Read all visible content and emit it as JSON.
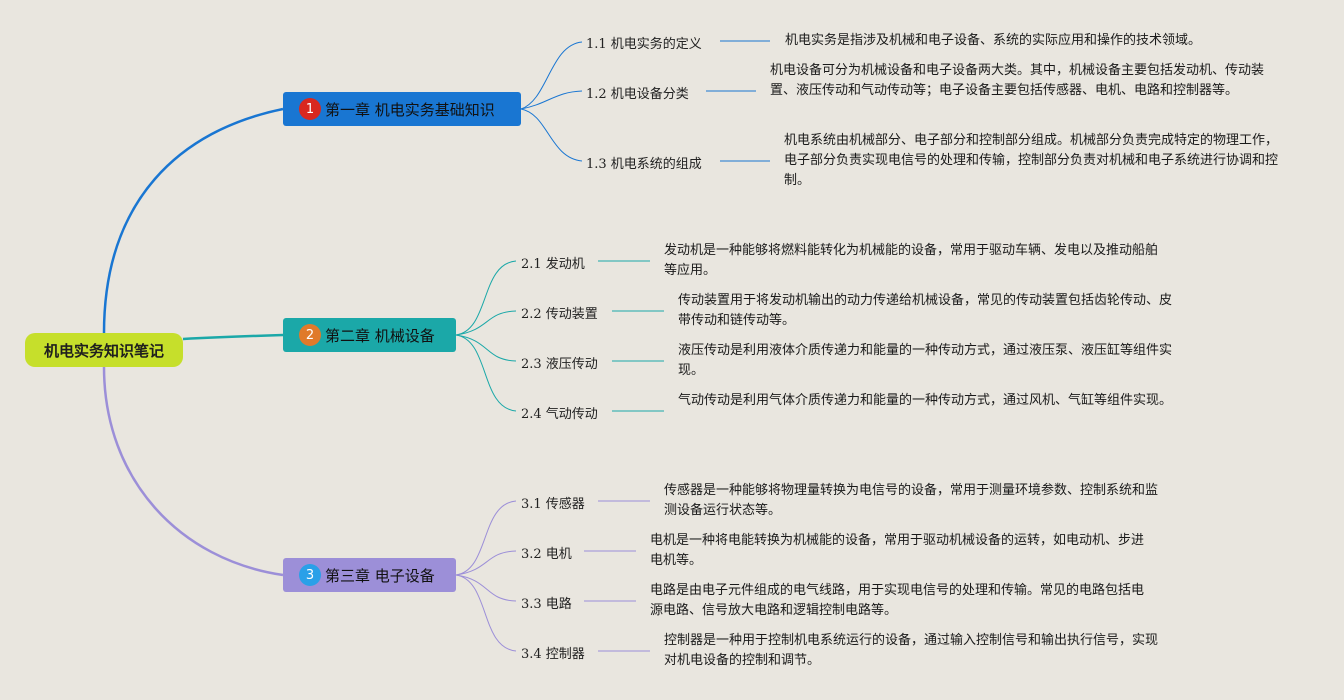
{
  "root": {
    "label": "机电实务知识笔记"
  },
  "chapters": [
    {
      "badge": "1",
      "title": "第一章 机电实务基础知识",
      "color": "#1976d2",
      "topics": [
        {
          "label": "1.1 机电实务的定义",
          "desc": "机电实务是指涉及机械和电子设备、系统的实际应用和操作的技术领域。"
        },
        {
          "label": "1.2 机电设备分类",
          "desc": "机电设备可分为机械设备和电子设备两大类。其中，机械设备主要包括发动机、传动装置、液压传动和气动传动等；电子设备主要包括传感器、电机、电路和控制器等。"
        },
        {
          "label": "1.3 机电系统的组成",
          "desc": "机电系统由机械部分、电子部分和控制部分组成。机械部分负责完成特定的物理工作，电子部分负责实现电信号的处理和传输，控制部分负责对机械和电子系统进行协调和控制。"
        }
      ]
    },
    {
      "badge": "2",
      "title": "第二章 机械设备",
      "color": "#1ba8a8",
      "topics": [
        {
          "label": "2.1 发动机",
          "desc": "发动机是一种能够将燃料能转化为机械能的设备，常用于驱动车辆、发电以及推动船舶等应用。"
        },
        {
          "label": "2.2 传动装置",
          "desc": "传动装置用于将发动机输出的动力传递给机械设备，常见的传动装置包括齿轮传动、皮带传动和链传动等。"
        },
        {
          "label": "2.3 液压传动",
          "desc": "液压传动是利用液体介质传递力和能量的一种传动方式，通过液压泵、液压缸等组件实现。"
        },
        {
          "label": "2.4 气动传动",
          "desc": "气动传动是利用气体介质传递力和能量的一种传动方式，通过风机、气缸等组件实现。"
        }
      ]
    },
    {
      "badge": "3",
      "title": "第三章 电子设备",
      "color": "#9c8fd8",
      "topics": [
        {
          "label": "3.1 传感器",
          "desc": "传感器是一种能够将物理量转换为电信号的设备，常用于测量环境参数、控制系统和监测设备运行状态等。"
        },
        {
          "label": "3.2 电机",
          "desc": "电机是一种将电能转换为机械能的设备，常用于驱动机械设备的运转，如电动机、步进电机等。"
        },
        {
          "label": "3.3 电路",
          "desc": "电路是由电子元件组成的电气线路，用于实现电信号的处理和传输。常见的电路包括电源电路、信号放大电路和逻辑控制电路等。"
        },
        {
          "label": "3.4 控制器",
          "desc": "控制器是一种用于控制机电系统运行的设备，通过输入控制信号和输出执行信号，实现对机电设备的控制和调节。"
        }
      ]
    }
  ]
}
